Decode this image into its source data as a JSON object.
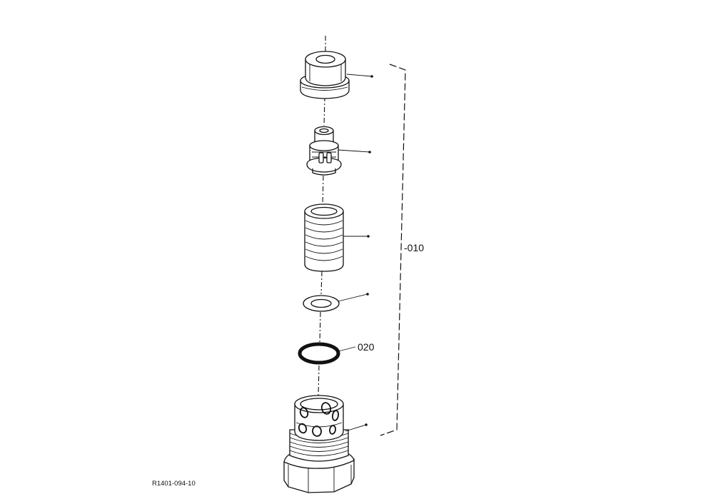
{
  "labels": {
    "assembly": "-010",
    "oring": "020",
    "drawing_code": "R1401-094-10"
  }
}
